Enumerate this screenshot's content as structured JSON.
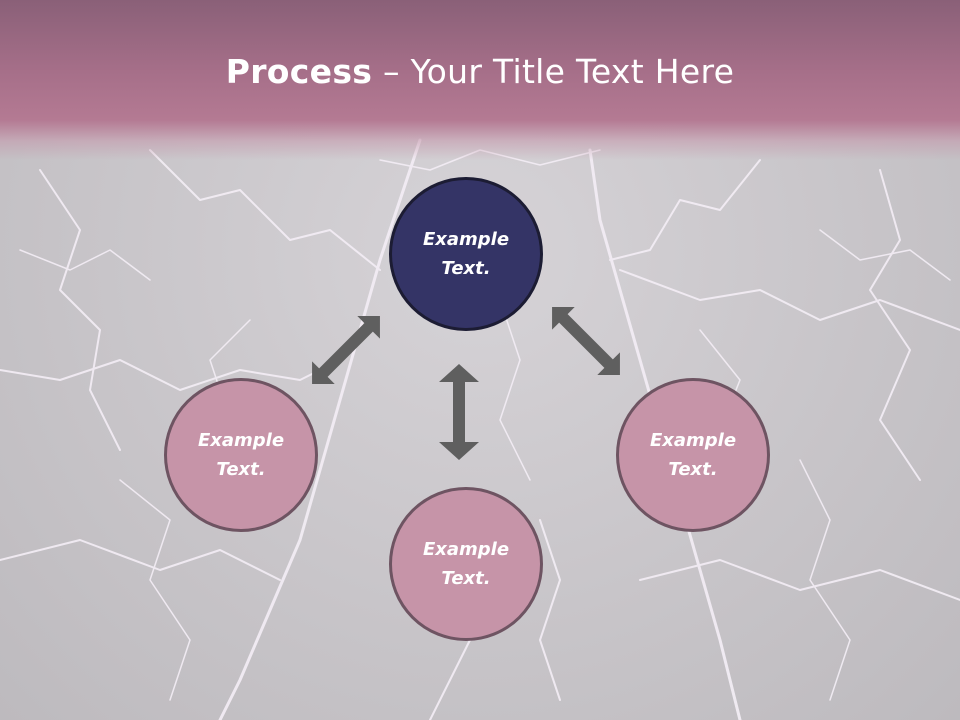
{
  "title": {
    "bold": "Process",
    "rest": " – Your Title Text Here"
  },
  "nodes": {
    "top": "Example Text.",
    "left": "Example Text.",
    "bottom": "Example Text.",
    "right": "Example Text."
  },
  "colors": {
    "title_band": "#a66f89",
    "top_node": "#343466",
    "outer_node": "#c694a8",
    "arrow": "#5f5f5f",
    "background": "#c9c6c9"
  }
}
